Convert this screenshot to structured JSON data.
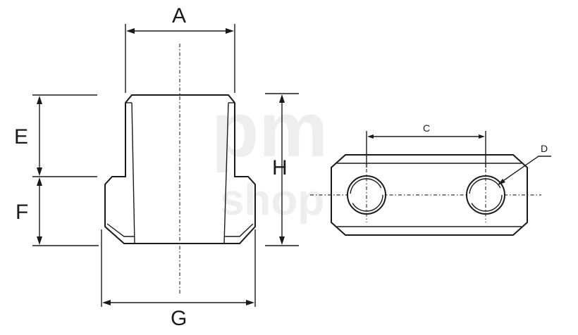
{
  "dimensions": {
    "A": "A",
    "E": "E",
    "F": "F",
    "G": "G",
    "H": "H",
    "C": "C",
    "D": "D"
  },
  "watermark": {
    "line1": "pm",
    "line2": "shop"
  }
}
